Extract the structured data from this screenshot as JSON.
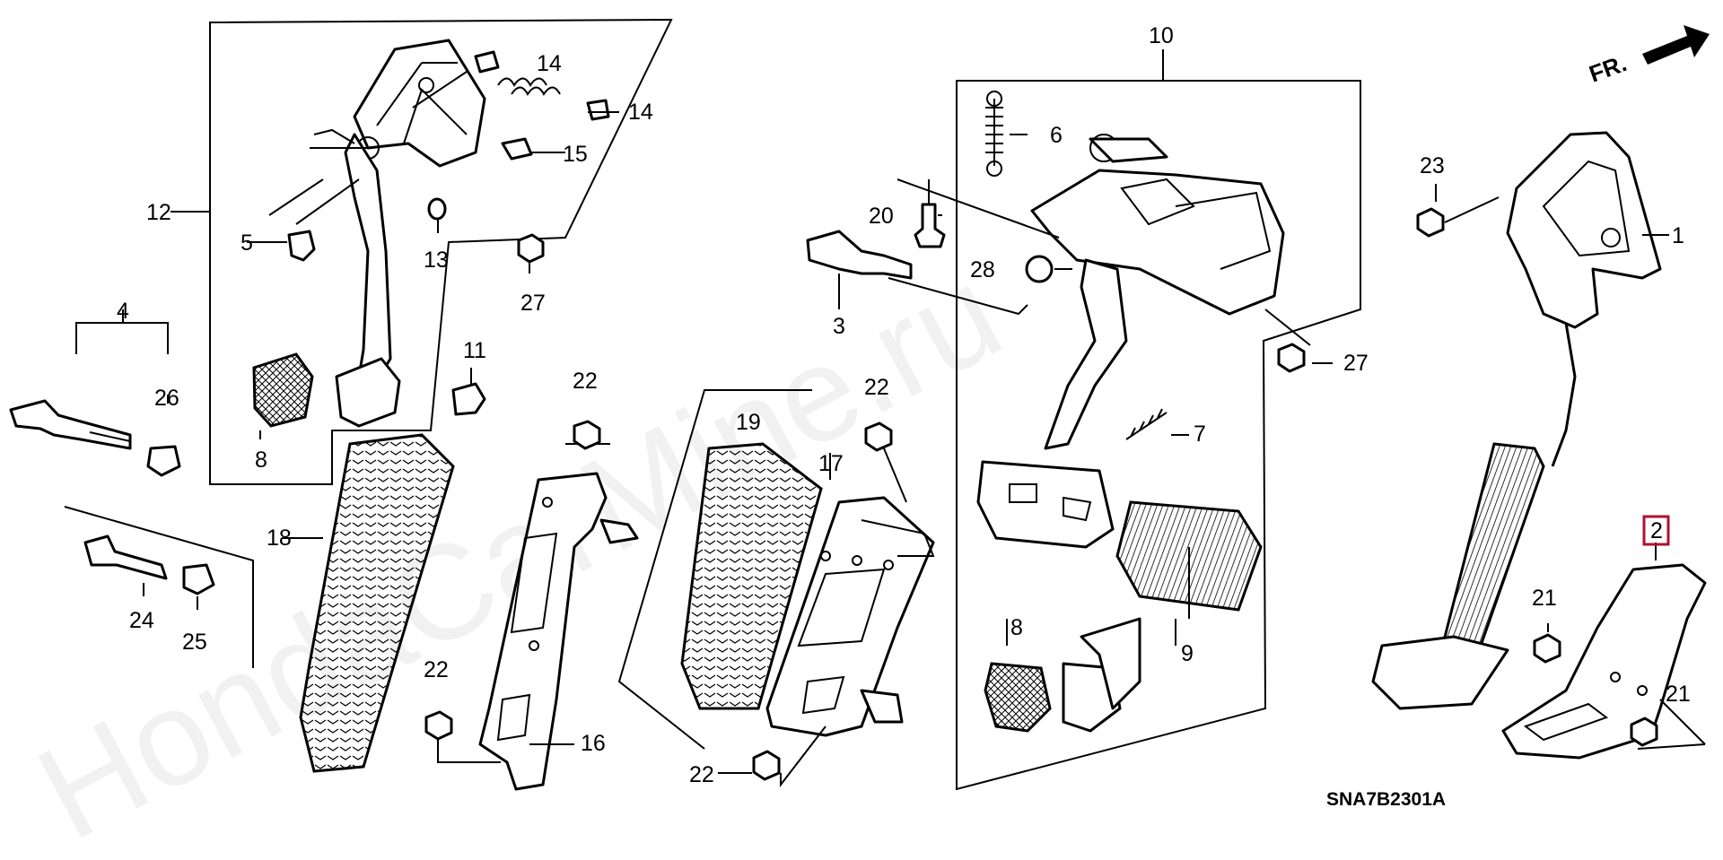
{
  "watermark": "HondaCarMine.ru",
  "diagram_code": "SNA7B2301A",
  "front_marker": "FR.",
  "highlighted_part": "2",
  "callouts": {
    "c1": "1",
    "c2": "2",
    "c3": "3",
    "c4": "4",
    "c5": "5",
    "c6": "6",
    "c7": "7",
    "c8a": "8",
    "c8b": "8",
    "c9": "9",
    "c10": "10",
    "c11": "11",
    "c12": "12",
    "c13": "13",
    "c14a": "14",
    "c14b": "14",
    "c15": "15",
    "c16": "16",
    "c17": "17",
    "c18": "18",
    "c19": "19",
    "c20": "20",
    "c21a": "21",
    "c21b": "21",
    "c22a": "22",
    "c22b": "22",
    "c22c": "22",
    "c22d": "22",
    "c23": "23",
    "c24": "24",
    "c25": "25",
    "c26": "26",
    "c27a": "27",
    "c27b": "27",
    "c28": "28"
  },
  "colors": {
    "highlight": "#b01030",
    "line": "#000000",
    "watermark": "#d8d8d8"
  }
}
